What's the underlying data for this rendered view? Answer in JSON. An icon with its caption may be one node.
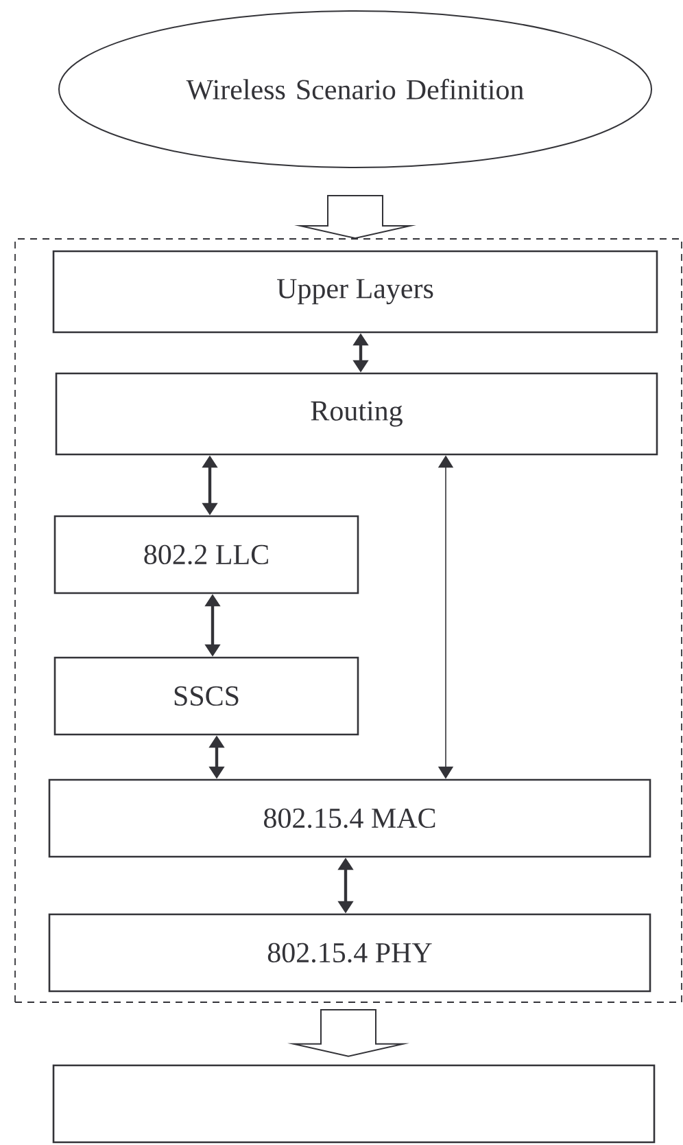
{
  "diagram": {
    "nodes": [
      {
        "text": [
          "Wireless Scenario Definition"
        ]
      },
      {
        "text": [],
        "shape": "box"
      },
      {
        "text": [
          "Upper Layers"
        ],
        "in": 1
      },
      {
        "text": [
          "Routing"
        ],
        "in": 1
      },
      {
        "text": [
          "802.2 LLC"
        ],
        "in": 1
      },
      {
        "text": [
          "SSCS"
        ],
        "in": 1
      },
      {
        "text": [
          "802.15.4 MAC"
        ],
        "in": 1
      },
      {
        "text": [
          "802.15.4 PHY"
        ],
        "in": 1
      },
      {
        "text": [],
        "shape": "box"
      }
    ],
    "edges": [
      {
        "from": 0,
        "to": 1,
        "arrow": "to"
      },
      {
        "from": 2,
        "to": 3,
        "arrow": "both"
      },
      {
        "from": 3,
        "to": 4,
        "arrow": "both"
      },
      {
        "from": 4,
        "to": 5,
        "arrow": "both"
      },
      {
        "from": 5,
        "to": 6,
        "arrow": "both"
      },
      {
        "from": 3,
        "to": 6,
        "arrow": "both"
      },
      {
        "from": 6,
        "to": 7,
        "arrow": "both"
      },
      {
        "from": 1,
        "to": 8,
        "arrow": "to"
      }
    ]
  }
}
